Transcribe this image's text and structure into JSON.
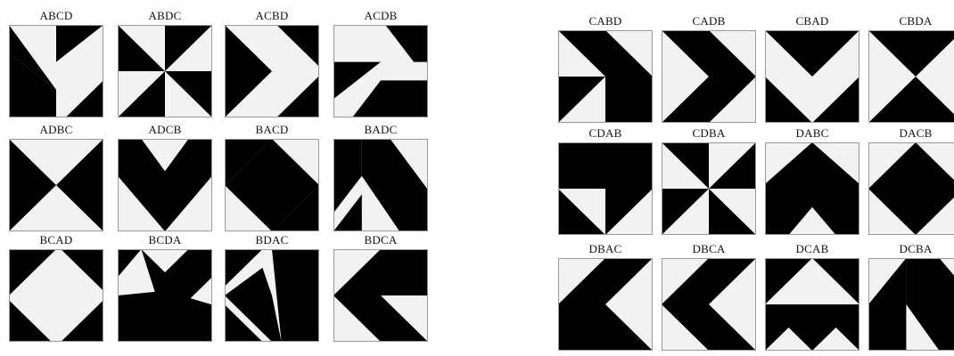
{
  "colors": {
    "dark": "#000000",
    "light": "#f2f2f2",
    "border": "#9a9a9a"
  },
  "panels": [
    {
      "name": "left",
      "tiles": [
        {
          "label": "ABCD",
          "pattern": "ABCD"
        },
        {
          "label": "ABDC",
          "pattern": "ABDC"
        },
        {
          "label": "ACBD",
          "pattern": "ACBD"
        },
        {
          "label": "ACDB",
          "pattern": "ACDB"
        },
        {
          "label": "ADBC",
          "pattern": "ADBC"
        },
        {
          "label": "ADCB",
          "pattern": "ADCB"
        },
        {
          "label": "BACD",
          "pattern": "BACD"
        },
        {
          "label": "BADC",
          "pattern": "BADC"
        },
        {
          "label": "BCAD",
          "pattern": "BCAD"
        },
        {
          "label": "BCDA",
          "pattern": "BCDA"
        },
        {
          "label": "BDAC",
          "pattern": "BDAC"
        },
        {
          "label": "BDCA",
          "pattern": "BDCA"
        }
      ]
    },
    {
      "name": "right",
      "tiles": [
        {
          "label": "CABD",
          "pattern": "CABD"
        },
        {
          "label": "CADB",
          "pattern": "CADB"
        },
        {
          "label": "CBAD",
          "pattern": "CBAD"
        },
        {
          "label": "CBDA",
          "pattern": "CBDA"
        },
        {
          "label": "CDAB",
          "pattern": "CDAB"
        },
        {
          "label": "CDBA",
          "pattern": "CDBA"
        },
        {
          "label": "DABC",
          "pattern": "DABC"
        },
        {
          "label": "DACB",
          "pattern": "DACB"
        },
        {
          "label": "DBAC",
          "pattern": "DBAC"
        },
        {
          "label": "DBCA",
          "pattern": "DBCA"
        },
        {
          "label": "DCAB",
          "pattern": "DCAB"
        },
        {
          "label": "DCBA",
          "pattern": "DCBA"
        }
      ]
    }
  ]
}
